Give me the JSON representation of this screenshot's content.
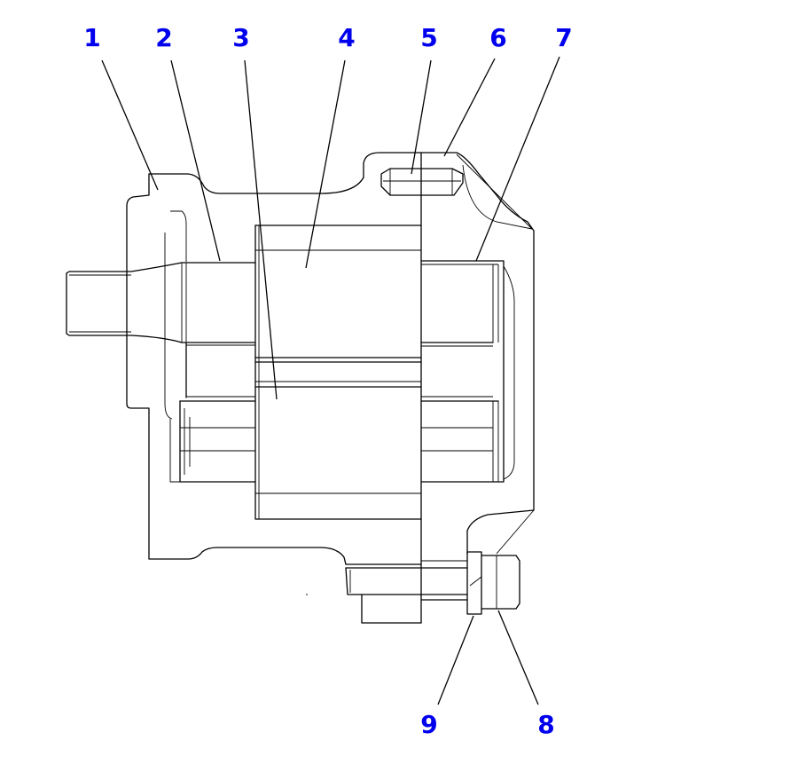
{
  "colors": {
    "callout": "#0000ee",
    "line": "#000000",
    "background": "#ffffff"
  },
  "callouts": [
    {
      "id": "1",
      "label": "1"
    },
    {
      "id": "2",
      "label": "2"
    },
    {
      "id": "3",
      "label": "3"
    },
    {
      "id": "4",
      "label": "4"
    },
    {
      "id": "5",
      "label": "5"
    },
    {
      "id": "6",
      "label": "6"
    },
    {
      "id": "7",
      "label": "7"
    },
    {
      "id": "8",
      "label": "8"
    },
    {
      "id": "9",
      "label": "9"
    }
  ]
}
